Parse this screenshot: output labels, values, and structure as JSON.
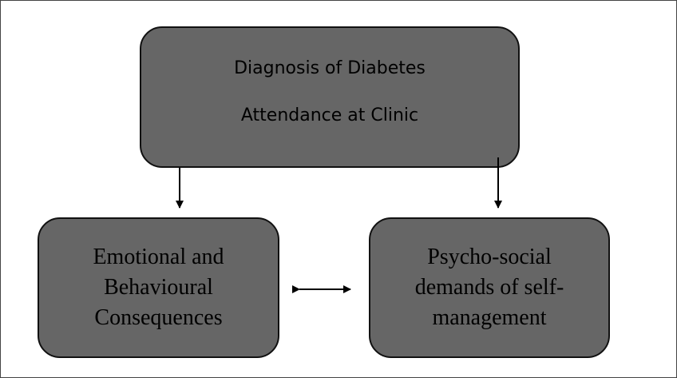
{
  "top_box": {
    "line1": "Diagnosis of Diabetes",
    "line2": "Attendance at Clinic"
  },
  "left_box": {
    "lines": [
      "Emotional and",
      "Behavioural",
      "Consequences"
    ]
  },
  "right_box": {
    "lines": [
      "Psycho-social",
      "demands of self-",
      "management"
    ]
  },
  "colors": {
    "box_fill": "#666666",
    "border": "#111111"
  }
}
